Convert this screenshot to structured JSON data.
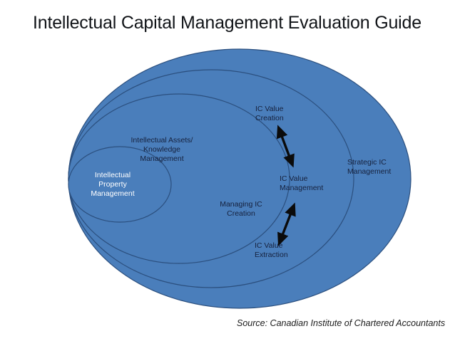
{
  "slide": {
    "title": "Intellectual Capital Management Evaluation Guide",
    "source_note": "Source: Canadian Institute of Chartered Accountants",
    "background_color": "#ffffff"
  },
  "diagram": {
    "type": "nested-ellipses",
    "fill_color": "#4a7ebb",
    "stroke_color": "#2b4f7e",
    "label_color": "#16213d",
    "inner_label_color": "#ffffff",
    "rings": [
      {
        "id": "strategic-ic-management",
        "label": "Strategic IC\nManagement",
        "level": 1,
        "label_color": "#16213d"
      },
      {
        "id": "managing-ic-creation",
        "label": "Managing IC\nCreation",
        "level": 2,
        "label_color": "#16213d"
      },
      {
        "id": "intellectual-assets-knowledge-management",
        "label": "Intellectual Assets/\nKnowledge\nManagement",
        "level": 3,
        "label_color": "#16213d"
      },
      {
        "id": "intellectual-property-management",
        "label": "Intellectual\nProperty\nManagement",
        "level": 4,
        "label_color": "#ffffff"
      }
    ],
    "flow_labels": [
      {
        "id": "ic-value-creation",
        "label": "IC Value\nCreation"
      },
      {
        "id": "ic-value-management",
        "label": "IC Value\nManagement"
      },
      {
        "id": "ic-value-extraction",
        "label": "IC Value\nExtraction"
      }
    ],
    "arrows": [
      {
        "id": "arrow-creation-to-management",
        "style": "double-headed",
        "direction": "down-right",
        "color": "#0b0b0b"
      },
      {
        "id": "arrow-extraction-to-management",
        "style": "double-headed",
        "direction": "up-right",
        "color": "#0b0b0b"
      }
    ]
  }
}
